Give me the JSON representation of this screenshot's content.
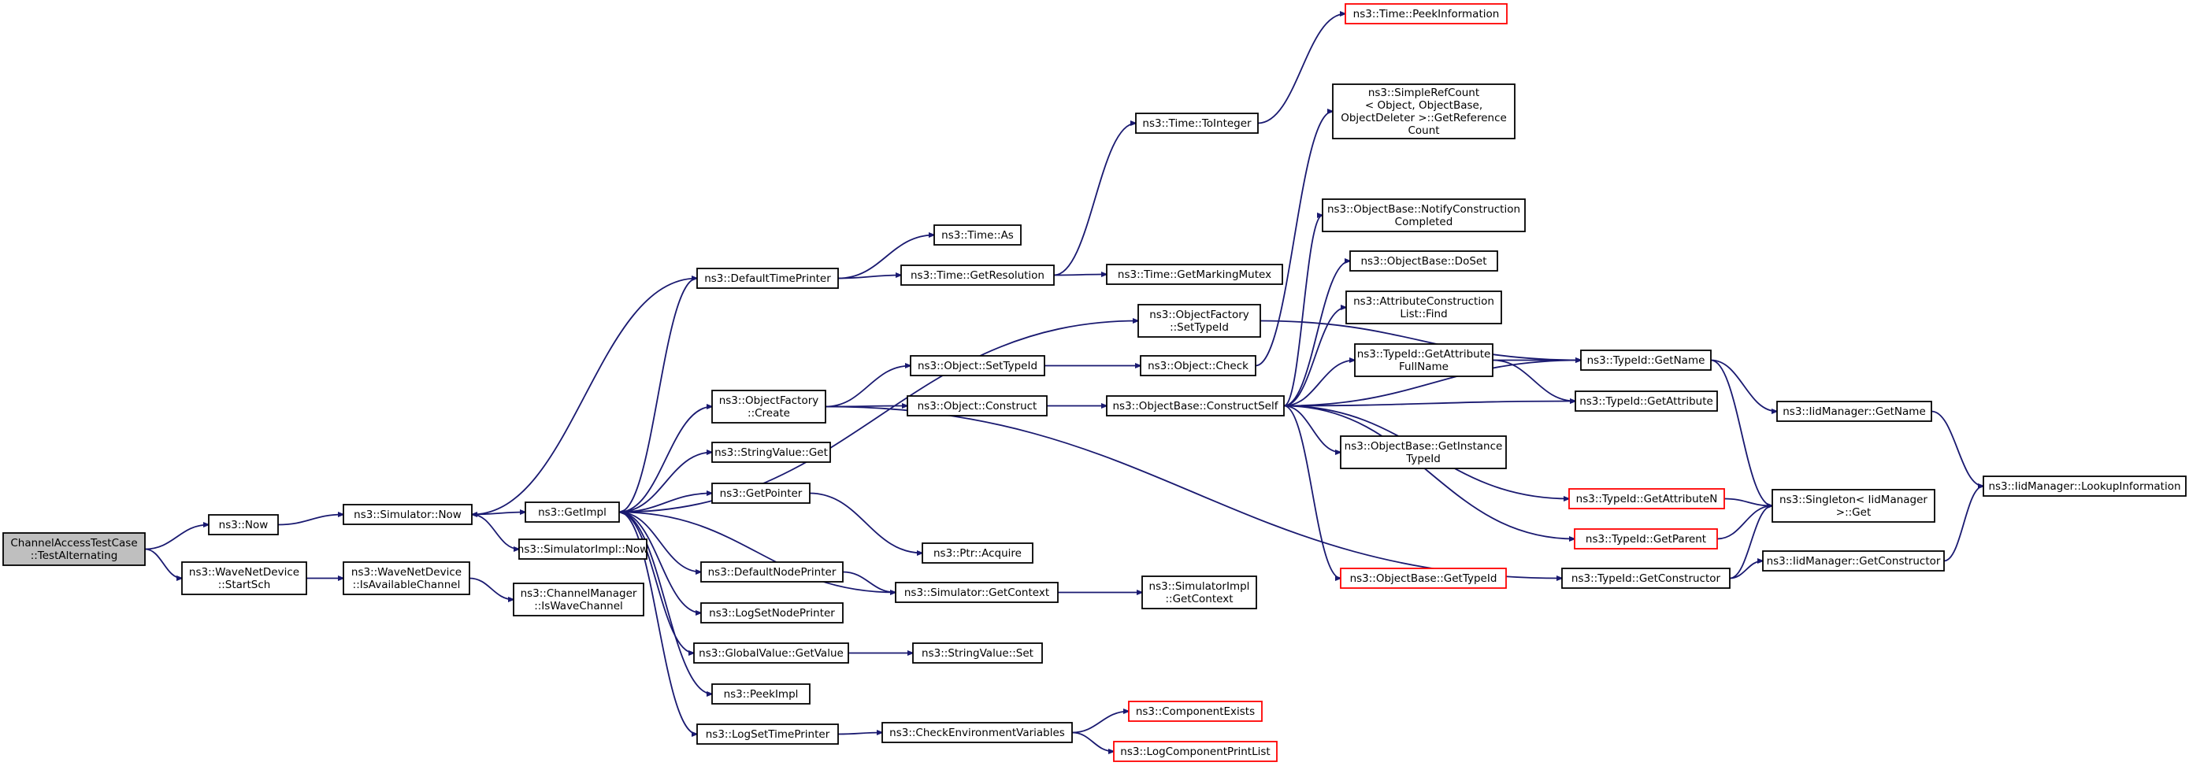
{
  "graph": {
    "nodes": [
      {
        "id": "root",
        "lines": [
          "ChannelAccessTestCase",
          "::TestAlternating"
        ],
        "style": "root"
      },
      {
        "id": "now",
        "lines": [
          "ns3::Now"
        ],
        "style": "normal"
      },
      {
        "id": "startsch",
        "lines": [
          "ns3::WaveNetDevice",
          "::StartSch"
        ],
        "style": "normal"
      },
      {
        "id": "simnow",
        "lines": [
          "ns3::Simulator::Now"
        ],
        "style": "normal"
      },
      {
        "id": "isavail",
        "lines": [
          "ns3::WaveNetDevice",
          "::IsAvailableChannel"
        ],
        "style": "normal"
      },
      {
        "id": "getimpl",
        "lines": [
          "ns3::GetImpl"
        ],
        "style": "normal"
      },
      {
        "id": "simimplnow",
        "lines": [
          "ns3::SimulatorImpl::Now"
        ],
        "style": "normal"
      },
      {
        "id": "iswave",
        "lines": [
          "ns3::ChannelManager",
          "::IsWaveChannel"
        ],
        "style": "normal"
      },
      {
        "id": "deftimeprinter",
        "lines": [
          "ns3::DefaultTimePrinter"
        ],
        "style": "normal"
      },
      {
        "id": "objfactcreate",
        "lines": [
          "ns3::ObjectFactory",
          "::Create"
        ],
        "style": "normal"
      },
      {
        "id": "strvalget",
        "lines": [
          "ns3::StringValue::Get"
        ],
        "style": "normal"
      },
      {
        "id": "getpointer",
        "lines": [
          "ns3::GetPointer"
        ],
        "style": "normal"
      },
      {
        "id": "defnodeprinter",
        "lines": [
          "ns3::DefaultNodePrinter"
        ],
        "style": "normal"
      },
      {
        "id": "logsetnode",
        "lines": [
          "ns3::LogSetNodePrinter"
        ],
        "style": "normal"
      },
      {
        "id": "globalvalget",
        "lines": [
          "ns3::GlobalValue::GetValue"
        ],
        "style": "normal"
      },
      {
        "id": "peekimpl",
        "lines": [
          "ns3::PeekImpl"
        ],
        "style": "normal"
      },
      {
        "id": "logsettime",
        "lines": [
          "ns3::LogSetTimePrinter"
        ],
        "style": "normal"
      },
      {
        "id": "timeas",
        "lines": [
          "ns3::Time::As"
        ],
        "style": "normal"
      },
      {
        "id": "getres",
        "lines": [
          "ns3::Time::GetResolution"
        ],
        "style": "normal"
      },
      {
        "id": "objsettypeid",
        "lines": [
          "ns3::Object::SetTypeId"
        ],
        "style": "normal"
      },
      {
        "id": "objconstruct",
        "lines": [
          "ns3::Object::Construct"
        ],
        "style": "normal"
      },
      {
        "id": "ptracquire",
        "lines": [
          "ns3::Ptr::Acquire"
        ],
        "style": "normal"
      },
      {
        "id": "simgetctx",
        "lines": [
          "ns3::Simulator::GetContext"
        ],
        "style": "normal"
      },
      {
        "id": "strvalset",
        "lines": [
          "ns3::StringValue::Set"
        ],
        "style": "normal"
      },
      {
        "id": "checkenv",
        "lines": [
          "ns3::CheckEnvironmentVariables"
        ],
        "style": "normal"
      },
      {
        "id": "timetoint",
        "lines": [
          "ns3::Time::ToInteger"
        ],
        "style": "normal"
      },
      {
        "id": "getmarking",
        "lines": [
          "ns3::Time::GetMarkingMutex"
        ],
        "style": "normal"
      },
      {
        "id": "objfactsettid",
        "lines": [
          "ns3::ObjectFactory",
          "::SetTypeId"
        ],
        "style": "normal"
      },
      {
        "id": "objcheck",
        "lines": [
          "ns3::Object::Check"
        ],
        "style": "normal"
      },
      {
        "id": "constructself",
        "lines": [
          "ns3::ObjectBase::ConstructSelf"
        ],
        "style": "normal"
      },
      {
        "id": "simimplgetctx",
        "lines": [
          "ns3::SimulatorImpl",
          "::GetContext"
        ],
        "style": "normal"
      },
      {
        "id": "compexists",
        "lines": [
          "ns3::ComponentExists"
        ],
        "style": "red"
      },
      {
        "id": "logcompprint",
        "lines": [
          "ns3::LogComponentPrintList"
        ],
        "style": "red"
      },
      {
        "id": "peekinfo",
        "lines": [
          "ns3::Time::PeekInformation"
        ],
        "style": "red"
      },
      {
        "id": "simplerefcount",
        "lines": [
          "ns3::SimpleRefCount",
          "< Object, ObjectBase,",
          "ObjectDeleter >::GetReference",
          "Count"
        ],
        "style": "normal"
      },
      {
        "id": "notifycc",
        "lines": [
          "ns3::ObjectBase::NotifyConstruction",
          "Completed"
        ],
        "style": "normal"
      },
      {
        "id": "doset",
        "lines": [
          "ns3::ObjectBase::DoSet"
        ],
        "style": "normal"
      },
      {
        "id": "attrconsfind",
        "lines": [
          "ns3::AttributeConstruction",
          "List::Find"
        ],
        "style": "normal"
      },
      {
        "id": "getattrfull",
        "lines": [
          "ns3::TypeId::GetAttribute",
          "FullName"
        ],
        "style": "normal"
      },
      {
        "id": "getinsttid",
        "lines": [
          "ns3::ObjectBase::GetInstance",
          "TypeId"
        ],
        "style": "normal"
      },
      {
        "id": "getattrn",
        "lines": [
          "ns3::TypeId::GetAttributeN"
        ],
        "style": "red"
      },
      {
        "id": "getparent",
        "lines": [
          "ns3::TypeId::GetParent"
        ],
        "style": "red"
      },
      {
        "id": "objbasegettid",
        "lines": [
          "ns3::ObjectBase::GetTypeId"
        ],
        "style": "red"
      },
      {
        "id": "tidgetcons",
        "lines": [
          "ns3::TypeId::GetConstructor"
        ],
        "style": "normal"
      },
      {
        "id": "tidgetname",
        "lines": [
          "ns3::TypeId::GetName"
        ],
        "style": "normal"
      },
      {
        "id": "tidgetattr",
        "lines": [
          "ns3::TypeId::GetAttribute"
        ],
        "style": "normal"
      },
      {
        "id": "iidgetname",
        "lines": [
          "ns3::IidManager::GetName"
        ],
        "style": "normal"
      },
      {
        "id": "singleton",
        "lines": [
          "ns3::Singleton< IidManager",
          ">::Get"
        ],
        "style": "normal"
      },
      {
        "id": "iidgetcons",
        "lines": [
          "ns3::IidManager::GetConstructor"
        ],
        "style": "normal"
      },
      {
        "id": "lookupinfo",
        "lines": [
          "ns3::IidManager::LookupInformation"
        ],
        "style": "normal"
      }
    ]
  }
}
